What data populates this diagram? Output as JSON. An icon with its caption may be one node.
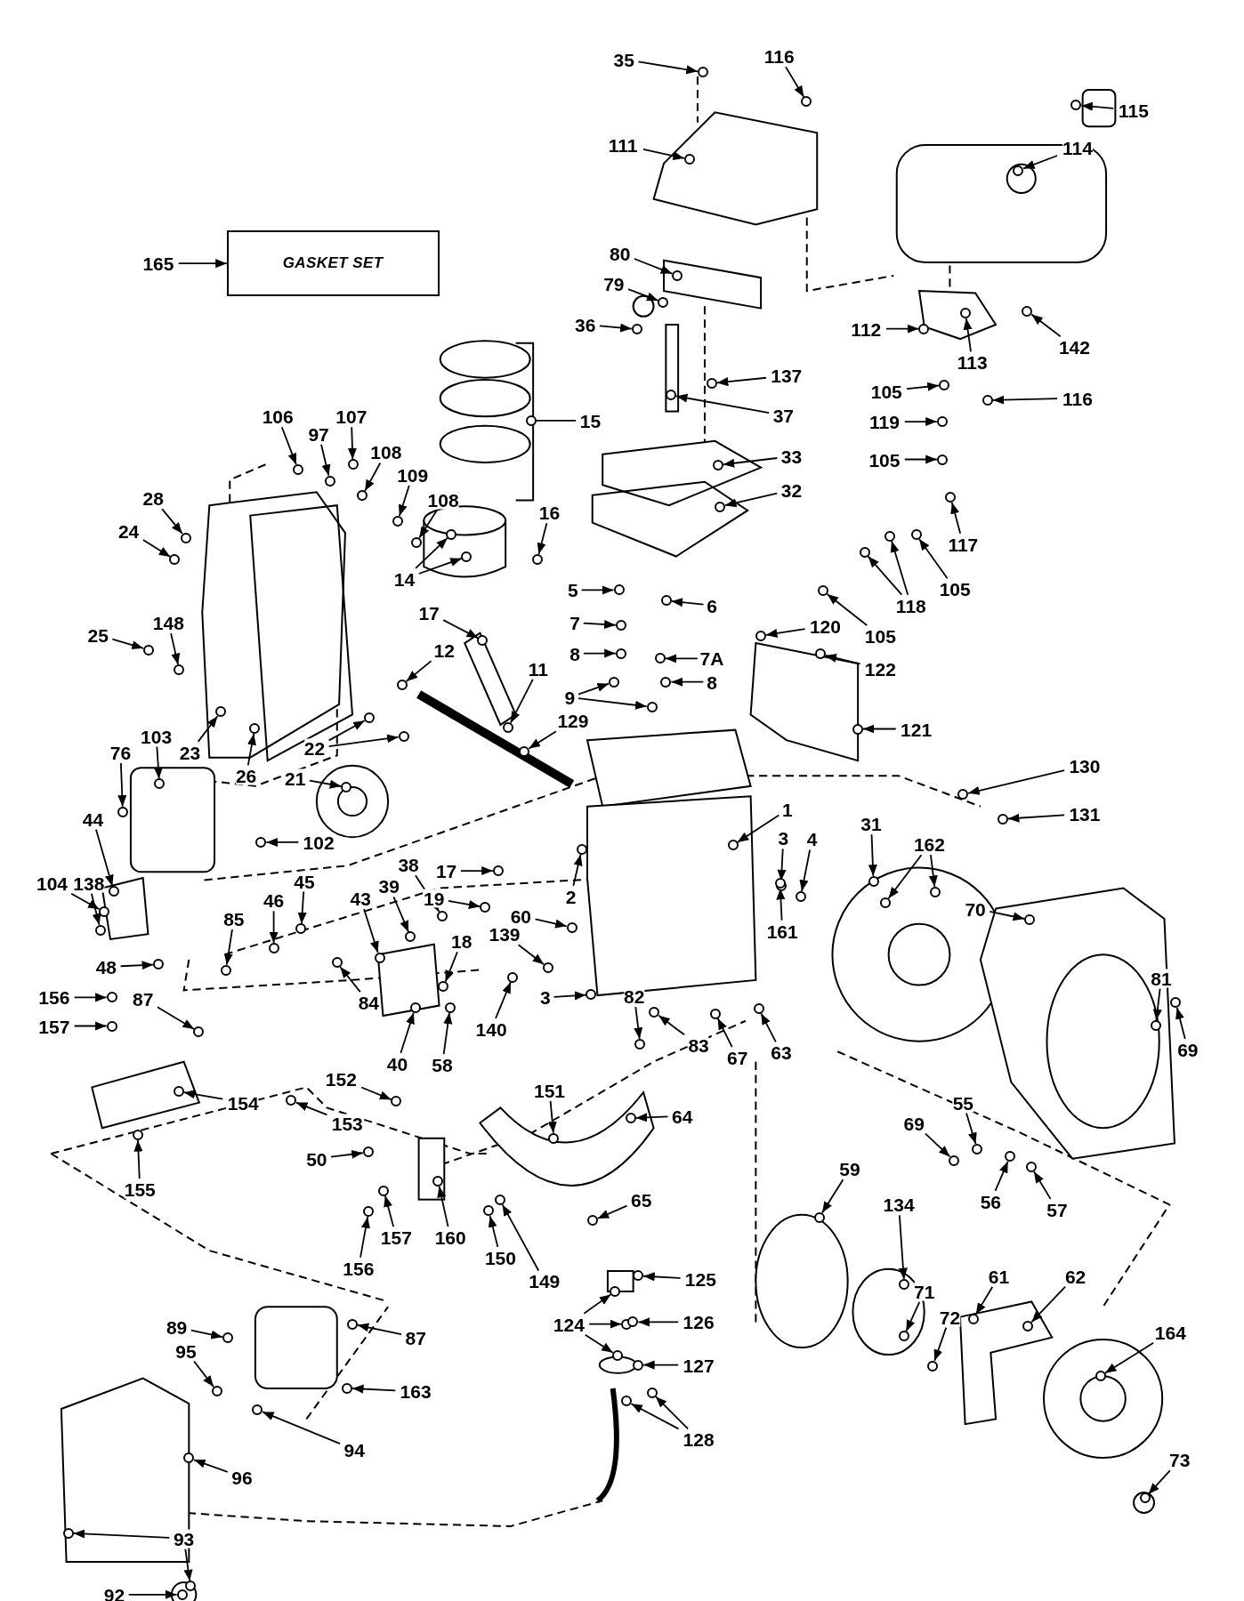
{
  "diagram": {
    "nodes": [
      {
        "text": [
          "GASKET SET"
        ]
      },
      {
        "text": [
          "35"
        ]
      },
      {
        "text": [
          "116"
        ]
      },
      {
        "text": [
          "115"
        ]
      },
      {
        "text": [
          "114"
        ]
      },
      {
        "text": [
          "111"
        ]
      },
      {
        "text": [
          "165"
        ]
      },
      {
        "text": [
          "80"
        ]
      },
      {
        "text": [
          "79"
        ]
      },
      {
        "text": [
          "36"
        ]
      },
      {
        "text": [
          "112"
        ]
      },
      {
        "text": [
          "113"
        ]
      },
      {
        "text": [
          "142"
        ]
      },
      {
        "text": [
          "137"
        ]
      },
      {
        "text": [
          "37"
        ]
      },
      {
        "text": [
          "105"
        ]
      },
      {
        "text": [
          "116"
        ]
      },
      {
        "text": [
          "119"
        ]
      },
      {
        "text": [
          "105"
        ]
      },
      {
        "text": [
          "117"
        ]
      },
      {
        "text": [
          "105"
        ]
      },
      {
        "text": [
          "118"
        ]
      },
      {
        "text": [
          "105"
        ]
      },
      {
        "text": [
          "15"
        ]
      },
      {
        "text": [
          "33"
        ]
      },
      {
        "text": [
          "32"
        ]
      },
      {
        "text": [
          "106"
        ]
      },
      {
        "text": [
          "97"
        ]
      },
      {
        "text": [
          "107"
        ]
      },
      {
        "text": [
          "108"
        ]
      },
      {
        "text": [
          "109"
        ]
      },
      {
        "text": [
          "108"
        ]
      },
      {
        "text": [
          "28"
        ]
      },
      {
        "text": [
          "24"
        ]
      },
      {
        "text": [
          "148"
        ]
      },
      {
        "text": [
          "25"
        ]
      },
      {
        "text": [
          "16"
        ]
      },
      {
        "text": [
          "14"
        ]
      },
      {
        "text": [
          "17"
        ]
      },
      {
        "text": [
          "12"
        ]
      },
      {
        "text": [
          "11"
        ]
      },
      {
        "text": [
          "5"
        ]
      },
      {
        "text": [
          "6"
        ]
      },
      {
        "text": [
          "7"
        ]
      },
      {
        "text": [
          "7A"
        ]
      },
      {
        "text": [
          "8"
        ]
      },
      {
        "text": [
          "8"
        ]
      },
      {
        "text": [
          "9"
        ]
      },
      {
        "text": [
          "120"
        ]
      },
      {
        "text": [
          "122"
        ]
      },
      {
        "text": [
          "121"
        ]
      },
      {
        "text": [
          "129"
        ]
      },
      {
        "text": [
          "103"
        ]
      },
      {
        "text": [
          "76"
        ]
      },
      {
        "text": [
          "23"
        ]
      },
      {
        "text": [
          "26"
        ]
      },
      {
        "text": [
          "22"
        ]
      },
      {
        "text": [
          "21"
        ]
      },
      {
        "text": [
          "130"
        ]
      },
      {
        "text": [
          "131"
        ]
      },
      {
        "text": [
          "44"
        ]
      },
      {
        "text": [
          "102"
        ]
      },
      {
        "text": [
          "17"
        ]
      },
      {
        "text": [
          "19"
        ]
      },
      {
        "text": [
          "18"
        ]
      },
      {
        "text": [
          "138"
        ]
      },
      {
        "text": [
          "104"
        ]
      },
      {
        "text": [
          "3"
        ]
      },
      {
        "text": [
          "4"
        ]
      },
      {
        "text": [
          "31"
        ]
      },
      {
        "text": [
          "162"
        ]
      },
      {
        "text": [
          "1"
        ]
      },
      {
        "text": [
          "2"
        ]
      },
      {
        "text": [
          "60"
        ]
      },
      {
        "text": [
          "38"
        ]
      },
      {
        "text": [
          "39"
        ]
      },
      {
        "text": [
          "43"
        ]
      },
      {
        "text": [
          "85"
        ]
      },
      {
        "text": [
          "46"
        ]
      },
      {
        "text": [
          "45"
        ]
      },
      {
        "text": [
          "161"
        ]
      },
      {
        "text": [
          "70"
        ]
      },
      {
        "text": [
          "139"
        ]
      },
      {
        "text": [
          "48"
        ]
      },
      {
        "text": [
          "156"
        ]
      },
      {
        "text": [
          "157"
        ]
      },
      {
        "text": [
          "87"
        ]
      },
      {
        "text": [
          "84"
        ]
      },
      {
        "text": [
          "40"
        ]
      },
      {
        "text": [
          "58"
        ]
      },
      {
        "text": [
          "140"
        ]
      },
      {
        "text": [
          "3"
        ]
      },
      {
        "text": [
          "82"
        ]
      },
      {
        "text": [
          "83"
        ]
      },
      {
        "text": [
          "67"
        ]
      },
      {
        "text": [
          "63"
        ]
      },
      {
        "text": [
          "81"
        ]
      },
      {
        "text": [
          "69"
        ]
      },
      {
        "text": [
          "154"
        ]
      },
      {
        "text": [
          "153"
        ]
      },
      {
        "text": [
          "152"
        ]
      },
      {
        "text": [
          "151"
        ]
      },
      {
        "text": [
          "64"
        ]
      },
      {
        "text": [
          "55"
        ]
      },
      {
        "text": [
          "69"
        ]
      },
      {
        "text": [
          "50"
        ]
      },
      {
        "text": [
          "155"
        ]
      },
      {
        "text": [
          "65"
        ]
      },
      {
        "text": [
          "59"
        ]
      },
      {
        "text": [
          "134"
        ]
      },
      {
        "text": [
          "56"
        ]
      },
      {
        "text": [
          "57"
        ]
      },
      {
        "text": [
          "157"
        ]
      },
      {
        "text": [
          "160"
        ]
      },
      {
        "text": [
          "156"
        ]
      },
      {
        "text": [
          "150"
        ]
      },
      {
        "text": [
          "149"
        ]
      },
      {
        "text": [
          "125"
        ]
      },
      {
        "text": [
          "124"
        ]
      },
      {
        "text": [
          "126"
        ]
      },
      {
        "text": [
          "127"
        ]
      },
      {
        "text": [
          "128"
        ]
      },
      {
        "text": [
          "89"
        ]
      },
      {
        "text": [
          "87"
        ]
      },
      {
        "text": [
          "95"
        ]
      },
      {
        "text": [
          "163"
        ]
      },
      {
        "text": [
          "94"
        ]
      },
      {
        "text": [
          "96"
        ]
      },
      {
        "text": [
          "93"
        ]
      },
      {
        "text": [
          "92"
        ]
      },
      {
        "text": [
          "61"
        ]
      },
      {
        "text": [
          "62"
        ]
      },
      {
        "text": [
          "71"
        ]
      },
      {
        "text": [
          "72"
        ]
      },
      {
        "text": [
          "164"
        ]
      },
      {
        "text": [
          "73"
        ]
      },
      {
        "text": [],
        "shape": "circle"
      },
      {
        "text": [],
        "shape": "circle"
      },
      {
        "text": [],
        "shape": "circle"
      },
      {
        "text": [],
        "shape": "circle"
      },
      {
        "text": [],
        "shape": "circle"
      },
      {
        "text": [],
        "shape": "circle"
      },
      {
        "text": [],
        "shape": "circle"
      },
      {
        "text": [],
        "shape": "circle"
      },
      {
        "text": [],
        "shape": "circle"
      },
      {
        "text": [],
        "shape": "circle"
      },
      {
        "text": [],
        "shape": "circle"
      },
      {
        "text": [],
        "shape": "circle"
      },
      {
        "text": [],
        "shape": "circle"
      },
      {
        "text": [],
        "shape": "circle"
      },
      {
        "text": [],
        "shape": "circle"
      },
      {
        "text": [],
        "shape": "circle"
      },
      {
        "text": [],
        "shape": "circle"
      },
      {
        "text": [],
        "shape": "circle"
      },
      {
        "text": [],
        "shape": "circle"
      },
      {
        "text": [],
        "shape": "circle"
      },
      {
        "text": [],
        "shape": "circle"
      },
      {
        "text": [],
        "shape": "circle"
      },
      {
        "text": [],
        "shape": "circle"
      },
      {
        "text": [],
        "shape": "circle"
      },
      {
        "text": [],
        "shape": "circle"
      },
      {
        "text": [],
        "shape": "circle"
      },
      {
        "text": [],
        "shape": "circle"
      },
      {
        "text": [],
        "shape": "circle"
      },
      {
        "text": [],
        "shape": "circle"
      },
      {
        "text": [],
        "shape": "circle"
      },
      {
        "text": [],
        "shape": "circle"
      },
      {
        "text": [],
        "shape": "circle"
      },
      {
        "text": [],
        "shape": "circle"
      },
      {
        "text": [],
        "shape": "circle"
      },
      {
        "text": [],
        "shape": "circle"
      },
      {
        "text": [],
        "shape": "circle"
      },
      {
        "text": [],
        "shape": "circle"
      },
      {
        "text": [],
        "shape": "circle"
      },
      {
        "text": [],
        "shape": "circle"
      },
      {
        "text": [],
        "shape": "circle"
      },
      {
        "text": [],
        "shape": "circle"
      },
      {
        "text": [],
        "shape": "circle"
      },
      {
        "text": [],
        "shape": "circle"
      },
      {
        "text": [],
        "shape": "circle"
      },
      {
        "text": [],
        "shape": "circle"
      },
      {
        "text": [],
        "shape": "circle"
      },
      {
        "text": [],
        "shape": "circle"
      },
      {
        "text": [],
        "shape": "circle"
      },
      {
        "text": [],
        "shape": "circle"
      },
      {
        "text": [],
        "shape": "circle"
      },
      {
        "text": [],
        "shape": "circle"
      },
      {
        "text": [],
        "shape": "circle"
      },
      {
        "text": [],
        "shape": "circle"
      },
      {
        "text": [],
        "shape": "circle"
      },
      {
        "text": [],
        "shape": "circle"
      },
      {
        "text": [],
        "shape": "circle"
      },
      {
        "text": [],
        "shape": "circle"
      },
      {
        "text": [],
        "shape": "circle"
      },
      {
        "text": [],
        "shape": "circle"
      },
      {
        "text": [],
        "shape": "circle"
      },
      {
        "text": [],
        "shape": "circle"
      },
      {
        "text": [],
        "shape": "circle"
      },
      {
        "text": [],
        "shape": "circle"
      },
      {
        "text": [],
        "shape": "circle"
      },
      {
        "text": [],
        "shape": "circle"
      },
      {
        "text": [],
        "shape": "circle"
      },
      {
        "text": [],
        "shape": "circle"
      },
      {
        "text": [],
        "shape": "circle"
      },
      {
        "text": [],
        "shape": "circle"
      },
      {
        "text": [],
        "shape": "circle"
      },
      {
        "text": [],
        "shape": "circle"
      },
      {
        "text": [],
        "shape": "circle"
      },
      {
        "text": [],
        "shape": "circle"
      },
      {
        "text": [],
        "shape": "circle"
      },
      {
        "text": [],
        "shape": "circle"
      },
      {
        "text": [],
        "shape": "circle"
      },
      {
        "text": [],
        "shape": "circle"
      },
      {
        "text": [],
        "shape": "circle"
      },
      {
        "text": [],
        "shape": "circle"
      },
      {
        "text": [],
        "shape": "circle"
      },
      {
        "text": [],
        "shape": "circle"
      },
      {
        "text": [],
        "shape": "circle"
      },
      {
        "text": [],
        "shape": "circle"
      },
      {
        "text": [],
        "shape": "circle"
      },
      {
        "text": [],
        "shape": "circle"
      },
      {
        "text": [],
        "shape": "circle"
      },
      {
        "text": [],
        "shape": "circle"
      },
      {
        "text": [],
        "shape": "circle"
      },
      {
        "text": [],
        "shape": "circle"
      },
      {
        "text": [],
        "shape": "circle"
      },
      {
        "text": [],
        "shape": "circle"
      },
      {
        "text": [],
        "shape": "circle"
      },
      {
        "text": [],
        "shape": "circle"
      },
      {
        "text": [],
        "shape": "circle"
      },
      {
        "text": [],
        "shape": "circle"
      },
      {
        "text": [],
        "shape": "circle"
      },
      {
        "text": [],
        "shape": "circle"
      },
      {
        "text": [],
        "shape": "circle"
      },
      {
        "text": [],
        "shape": "circle"
      },
      {
        "text": [],
        "shape": "circle"
      },
      {
        "text": [],
        "shape": "circle"
      },
      {
        "text": [],
        "shape": "circle"
      },
      {
        "text": [],
        "shape": "circle"
      },
      {
        "text": [],
        "shape": "circle"
      },
      {
        "text": [],
        "shape": "circle"
      },
      {
        "text": [],
        "shape": "circle"
      },
      {
        "text": [],
        "shape": "circle"
      },
      {
        "text": [],
        "shape": "circle"
      },
      {
        "text": [],
        "shape": "circle"
      },
      {
        "text": [],
        "shape": "circle"
      },
      {
        "text": [],
        "shape": "circle"
      },
      {
        "text": [],
        "shape": "circle"
      },
      {
        "text": [],
        "shape": "circle"
      },
      {
        "text": [],
        "shape": "circle"
      },
      {
        "text": [],
        "shape": "circle"
      },
      {
        "text": [],
        "shape": "circle"
      },
      {
        "text": [],
        "shape": "circle"
      },
      {
        "text": [],
        "shape": "circle"
      },
      {
        "text": [],
        "shape": "circle"
      },
      {
        "text": [],
        "shape": "circle"
      },
      {
        "text": [],
        "shape": "circle"
      },
      {
        "text": [],
        "shape": "circle"
      },
      {
        "text": [],
        "shape": "circle"
      },
      {
        "text": [],
        "shape": "circle"
      },
      {
        "text": [],
        "shape": "circle"
      },
      {
        "text": [],
        "shape": "circle"
      },
      {
        "text": [],
        "shape": "circle"
      },
      {
        "text": [],
        "shape": "circle"
      },
      {
        "text": [],
        "shape": "circle"
      },
      {
        "text": [],
        "shape": "circle"
      },
      {
        "text": [],
        "shape": "circle"
      },
      {
        "text": [],
        "shape": "circle"
      },
      {
        "text": [],
        "shape": "circle"
      },
      {
        "text": [],
        "shape": "circle"
      },
      {
        "text": [],
        "shape": "circle"
      },
      {
        "text": [],
        "shape": "circle"
      },
      {
        "text": [],
        "shape": "circle"
      },
      {
        "text": [],
        "shape": "circle"
      },
      {
        "text": [],
        "shape": "circle"
      },
      {
        "text": [],
        "shape": "circle"
      },
      {
        "text": [],
        "shape": "circle"
      },
      {
        "text": [],
        "shape": "circle"
      },
      {
        "text": [],
        "shape": "circle"
      }
    ],
    "edges": [
      {
        "from": 1,
        "to": 136,
        "arrow": "to"
      },
      {
        "from": 2,
        "to": 137,
        "arrow": "to"
      },
      {
        "from": 3,
        "to": 138,
        "arrow": "to"
      },
      {
        "from": 4,
        "to": 139,
        "arrow": "to"
      },
      {
        "from": 5,
        "to": 140,
        "arrow": "to"
      },
      {
        "from": 6,
        "to": 0,
        "arrow": "to"
      },
      {
        "from": 7,
        "to": 141,
        "arrow": "to"
      },
      {
        "from": 8,
        "to": 142,
        "arrow": "to"
      },
      {
        "from": 9,
        "to": 143,
        "arrow": "to"
      },
      {
        "from": 10,
        "to": 144,
        "arrow": "to"
      },
      {
        "from": 11,
        "to": 145,
        "arrow": "to"
      },
      {
        "from": 12,
        "to": 146,
        "arrow": "to"
      },
      {
        "from": 13,
        "to": 147,
        "arrow": "to"
      },
      {
        "from": 14,
        "to": 148,
        "arrow": "to"
      },
      {
        "from": 15,
        "to": 149,
        "arrow": "to"
      },
      {
        "from": 16,
        "to": 150,
        "arrow": "to"
      },
      {
        "from": 17,
        "to": 151,
        "arrow": "to"
      },
      {
        "from": 18,
        "to": 152,
        "arrow": "to"
      },
      {
        "from": 19,
        "to": 153,
        "arrow": "to"
      },
      {
        "from": 20,
        "to": 154,
        "arrow": "to"
      },
      {
        "from": 21,
        "to": 155,
        "arrow": "to"
      },
      {
        "from": 21,
        "to": 156,
        "arrow": "to"
      },
      {
        "from": 22,
        "to": 157,
        "arrow": "to"
      },
      {
        "from": 23,
        "to": 158,
        "arrow": "none"
      },
      {
        "from": 24,
        "to": 159,
        "arrow": "to"
      },
      {
        "from": 25,
        "to": 160,
        "arrow": "to"
      },
      {
        "from": 26,
        "to": 161,
        "arrow": "to"
      },
      {
        "from": 27,
        "to": 162,
        "arrow": "to"
      },
      {
        "from": 28,
        "to": 163,
        "arrow": "to"
      },
      {
        "from": 29,
        "to": 164,
        "arrow": "to"
      },
      {
        "from": 30,
        "to": 165,
        "arrow": "to"
      },
      {
        "from": 31,
        "to": 166,
        "arrow": "to"
      },
      {
        "from": 32,
        "to": 167,
        "arrow": "to"
      },
      {
        "from": 33,
        "to": 168,
        "arrow": "to"
      },
      {
        "from": 34,
        "to": 169,
        "arrow": "to"
      },
      {
        "from": 35,
        "to": 170,
        "arrow": "to"
      },
      {
        "from": 36,
        "to": 171,
        "arrow": "to"
      },
      {
        "from": 37,
        "to": 172,
        "arrow": "to"
      },
      {
        "from": 37,
        "to": 173,
        "arrow": "to"
      },
      {
        "from": 38,
        "to": 174,
        "arrow": "to"
      },
      {
        "from": 39,
        "to": 175,
        "arrow": "to"
      },
      {
        "from": 40,
        "to": 176,
        "arrow": "to"
      },
      {
        "from": 41,
        "to": 177,
        "arrow": "to"
      },
      {
        "from": 42,
        "to": 178,
        "arrow": "to"
      },
      {
        "from": 43,
        "to": 179,
        "arrow": "to"
      },
      {
        "from": 44,
        "to": 180,
        "arrow": "to"
      },
      {
        "from": 45,
        "to": 181,
        "arrow": "to"
      },
      {
        "from": 46,
        "to": 182,
        "arrow": "to"
      },
      {
        "from": 47,
        "to": 183,
        "arrow": "to"
      },
      {
        "from": 47,
        "to": 184,
        "arrow": "to"
      },
      {
        "from": 48,
        "to": 185,
        "arrow": "to"
      },
      {
        "from": 49,
        "to": 186,
        "arrow": "to"
      },
      {
        "from": 50,
        "to": 187,
        "arrow": "to"
      },
      {
        "from": 51,
        "to": 188,
        "arrow": "to"
      },
      {
        "from": 52,
        "to": 189,
        "arrow": "to"
      },
      {
        "from": 53,
        "to": 190,
        "arrow": "to"
      },
      {
        "from": 54,
        "to": 191,
        "arrow": "to"
      },
      {
        "from": 55,
        "to": 192,
        "arrow": "to"
      },
      {
        "from": 56,
        "to": 193,
        "arrow": "to"
      },
      {
        "from": 56,
        "to": 194,
        "arrow": "to"
      },
      {
        "from": 57,
        "to": 195,
        "arrow": "to"
      },
      {
        "from": 58,
        "to": 196,
        "arrow": "to"
      },
      {
        "from": 59,
        "to": 197,
        "arrow": "to"
      },
      {
        "from": 60,
        "to": 198,
        "arrow": "to"
      },
      {
        "from": 61,
        "to": 199,
        "arrow": "to"
      },
      {
        "from": 62,
        "to": 200,
        "arrow": "to"
      },
      {
        "from": 63,
        "to": 201,
        "arrow": "to"
      },
      {
        "from": 64,
        "to": 202,
        "arrow": "to"
      },
      {
        "from": 65,
        "to": 203,
        "arrow": "to"
      },
      {
        "from": 66,
        "to": 204,
        "arrow": "to"
      },
      {
        "from": 67,
        "to": 205,
        "arrow": "to"
      },
      {
        "from": 68,
        "to": 206,
        "arrow": "to"
      },
      {
        "from": 69,
        "to": 207,
        "arrow": "to"
      },
      {
        "from": 70,
        "to": 208,
        "arrow": "to"
      },
      {
        "from": 70,
        "to": 209,
        "arrow": "to"
      },
      {
        "from": 71,
        "to": 210,
        "arrow": "to"
      },
      {
        "from": 72,
        "to": 211,
        "arrow": "to"
      },
      {
        "from": 73,
        "to": 212,
        "arrow": "to"
      },
      {
        "from": 74,
        "to": 213,
        "arrow": "to"
      },
      {
        "from": 75,
        "to": 214,
        "arrow": "to"
      },
      {
        "from": 76,
        "to": 215,
        "arrow": "to"
      },
      {
        "from": 77,
        "to": 216,
        "arrow": "to"
      },
      {
        "from": 78,
        "to": 217,
        "arrow": "to"
      },
      {
        "from": 79,
        "to": 218,
        "arrow": "to"
      },
      {
        "from": 80,
        "to": 219,
        "arrow": "to"
      },
      {
        "from": 81,
        "to": 220,
        "arrow": "to"
      },
      {
        "from": 82,
        "to": 221,
        "arrow": "to"
      },
      {
        "from": 83,
        "to": 222,
        "arrow": "to"
      },
      {
        "from": 84,
        "to": 223,
        "arrow": "to"
      },
      {
        "from": 85,
        "to": 224,
        "arrow": "to"
      },
      {
        "from": 86,
        "to": 225,
        "arrow": "to"
      },
      {
        "from": 87,
        "to": 226,
        "arrow": "to"
      },
      {
        "from": 88,
        "to": 227,
        "arrow": "to"
      },
      {
        "from": 89,
        "to": 228,
        "arrow": "to"
      },
      {
        "from": 90,
        "to": 229,
        "arrow": "to"
      },
      {
        "from": 91,
        "to": 230,
        "arrow": "to"
      },
      {
        "from": 92,
        "to": 231,
        "arrow": "to"
      },
      {
        "from": 93,
        "to": 232,
        "arrow": "to"
      },
      {
        "from": 94,
        "to": 233,
        "arrow": "to"
      },
      {
        "from": 95,
        "to": 234,
        "arrow": "to"
      },
      {
        "from": 96,
        "to": 235,
        "arrow": "to"
      },
      {
        "from": 97,
        "to": 236,
        "arrow": "to"
      },
      {
        "from": 98,
        "to": 237,
        "arrow": "to"
      },
      {
        "from": 99,
        "to": 238,
        "arrow": "to"
      },
      {
        "from": 100,
        "to": 239,
        "arrow": "to"
      },
      {
        "from": 101,
        "to": 240,
        "arrow": "to"
      },
      {
        "from": 102,
        "to": 241,
        "arrow": "to"
      },
      {
        "from": 103,
        "to": 242,
        "arrow": "to"
      },
      {
        "from": 104,
        "to": 243,
        "arrow": "to"
      },
      {
        "from": 105,
        "to": 244,
        "arrow": "to"
      },
      {
        "from": 106,
        "to": 245,
        "arrow": "to"
      },
      {
        "from": 107,
        "to": 246,
        "arrow": "to"
      },
      {
        "from": 108,
        "to": 247,
        "arrow": "to"
      },
      {
        "from": 109,
        "to": 248,
        "arrow": "to"
      },
      {
        "from": 110,
        "to": 249,
        "arrow": "to"
      },
      {
        "from": 111,
        "to": 250,
        "arrow": "to"
      },
      {
        "from": 112,
        "to": 251,
        "arrow": "to"
      },
      {
        "from": 113,
        "to": 252,
        "arrow": "to"
      },
      {
        "from": 114,
        "to": 253,
        "arrow": "to"
      },
      {
        "from": 115,
        "to": 254,
        "arrow": "to"
      },
      {
        "from": 116,
        "to": 255,
        "arrow": "to"
      },
      {
        "from": 117,
        "to": 256,
        "arrow": "to"
      },
      {
        "from": 118,
        "to": 257,
        "arrow": "to"
      },
      {
        "from": 118,
        "to": 258,
        "arrow": "to"
      },
      {
        "from": 118,
        "to": 259,
        "arrow": "to"
      },
      {
        "from": 119,
        "to": 260,
        "arrow": "to"
      },
      {
        "from": 120,
        "to": 261,
        "arrow": "to"
      },
      {
        "from": 121,
        "to": 262,
        "arrow": "to"
      },
      {
        "from": 121,
        "to": 263,
        "arrow": "to"
      },
      {
        "from": 122,
        "to": 264,
        "arrow": "to"
      },
      {
        "from": 123,
        "to": 265,
        "arrow": "to"
      },
      {
        "from": 124,
        "to": 266,
        "arrow": "to"
      },
      {
        "from": 125,
        "to": 267,
        "arrow": "to"
      },
      {
        "from": 126,
        "to": 268,
        "arrow": "to"
      },
      {
        "from": 127,
        "to": 269,
        "arrow": "to"
      },
      {
        "from": 128,
        "to": 270,
        "arrow": "to"
      },
      {
        "from": 128,
        "to": 271,
        "arrow": "to"
      },
      {
        "from": 129,
        "to": 272,
        "arrow": "to"
      },
      {
        "from": 130,
        "to": 273,
        "arrow": "to"
      },
      {
        "from": 131,
        "to": 274,
        "arrow": "to"
      },
      {
        "from": 132,
        "to": 275,
        "arrow": "to"
      },
      {
        "from": 133,
        "to": 276,
        "arrow": "to"
      },
      {
        "from": 134,
        "to": 277,
        "arrow": "to"
      },
      {
        "from": 135,
        "to": 278,
        "arrow": "to"
      }
    ]
  }
}
